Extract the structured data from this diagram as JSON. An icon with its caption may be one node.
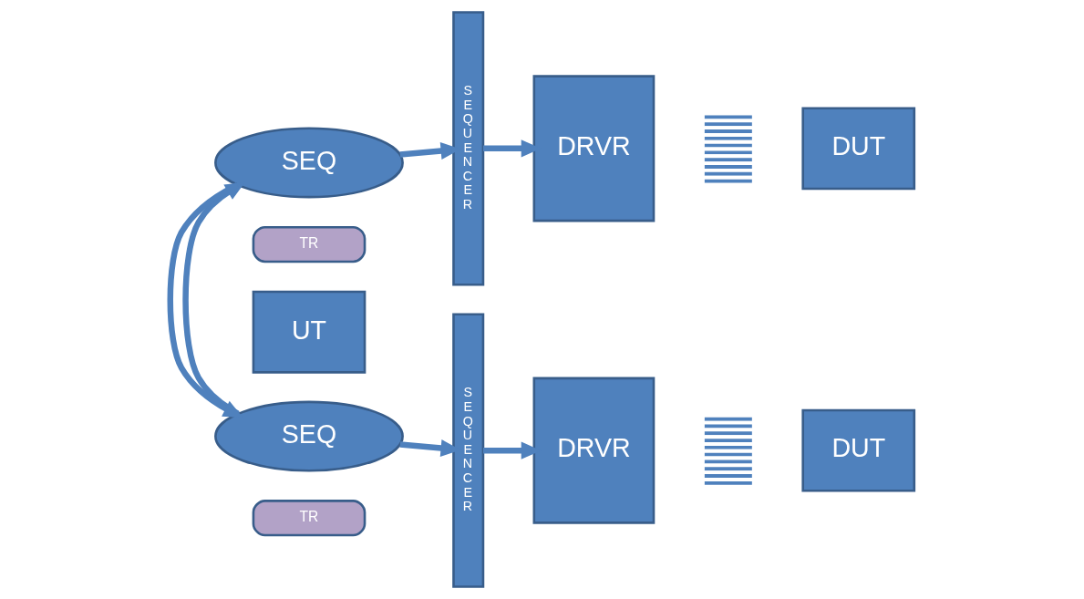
{
  "diagram": {
    "nodes": [
      {
        "text": [
          "SEQ"
        ]
      },
      {
        "text": [
          "TR"
        ]
      },
      {
        "text": [
          "SEQUENCER"
        ]
      },
      {
        "text": [
          "DRVR"
        ]
      },
      {
        "text": [],
        "shape": "bar"
      },
      {
        "text": [
          "DUT"
        ]
      },
      {
        "text": [
          "SEQ"
        ]
      },
      {
        "text": [
          "TR"
        ]
      },
      {
        "text": [
          "SEQUENCER"
        ]
      },
      {
        "text": [
          "DRVR"
        ]
      },
      {
        "text": [],
        "shape": "bar"
      },
      {
        "text": [
          "DUT"
        ]
      },
      {
        "text": [
          "UT"
        ]
      }
    ],
    "edges": [
      {
        "from": 0,
        "to": 6,
        "arrow": "to"
      },
      {
        "from": 6,
        "to": 0,
        "arrow": "to"
      },
      {
        "from": 0,
        "to": 2,
        "arrow": "to"
      },
      {
        "from": 2,
        "to": 3,
        "arrow": "to"
      },
      {
        "from": 6,
        "to": 8,
        "arrow": "to"
      },
      {
        "from": 8,
        "to": 9,
        "arrow": "to"
      }
    ]
  }
}
